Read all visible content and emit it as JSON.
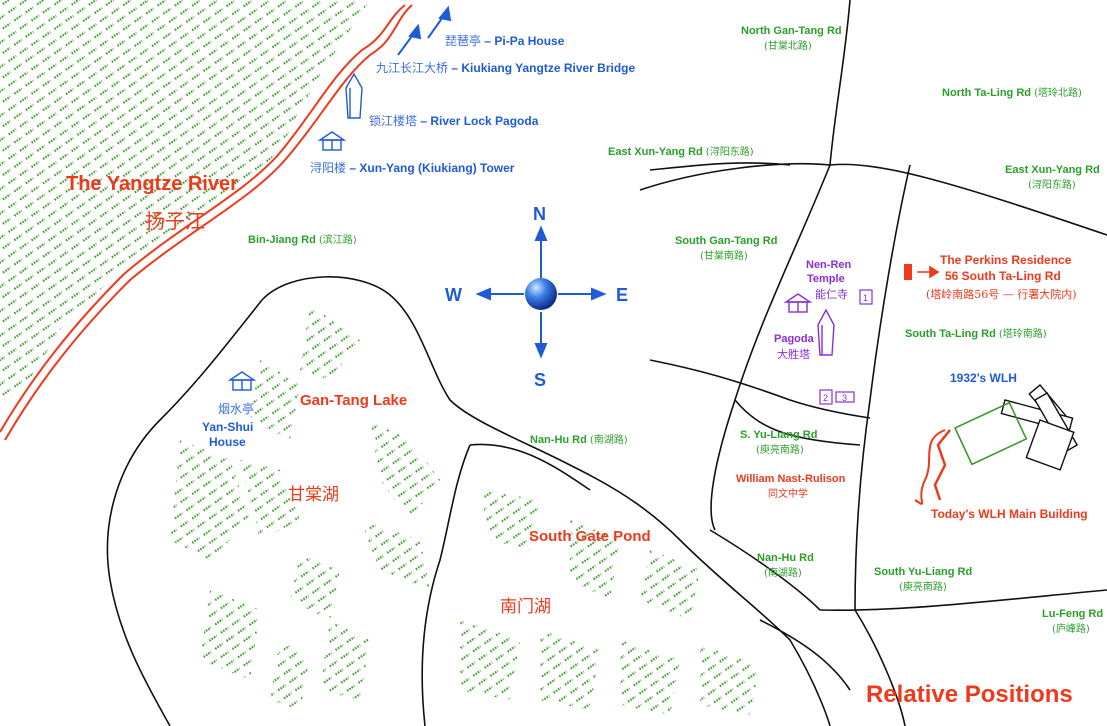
{
  "title": "Relative Positions",
  "compass": {
    "n": "N",
    "s": "S",
    "e": "E",
    "w": "W"
  },
  "water": {
    "river_en": "The Yangtze River",
    "river_zh": "扬子江",
    "lake1_en": "Gan-Tang Lake",
    "lake1_zh": "甘棠湖",
    "lake2_en": "South Gate Pond",
    "lake2_zh": "南门湖"
  },
  "landmarks": {
    "pipa_zh": "琵琶亭",
    "pipa_en": " – Pi-Pa House",
    "bridge_zh": "九江长江大桥",
    "bridge_en": " – Kiukiang Yangtze River Bridge",
    "pagoda_lock_zh": "锁江楼塔",
    "pagoda_lock_en": " – River Lock Pagoda",
    "tower_zh": "浔阳楼",
    "tower_en": " – Xun-Yang (Kiukiang) Tower",
    "yanshui_zh": "烟水亭",
    "yanshui_en1": "Yan-Shui",
    "yanshui_en2": "House",
    "nenren_en1": "Nen-Ren",
    "nenren_en2": "Temple",
    "nenren_zh": "能仁寺",
    "pagoda_en": "Pagoda",
    "pagoda_zh": "大胜塔",
    "perkins1": "The Perkins Residence",
    "perkins2": "56 South Ta-Ling Rd",
    "perkins_zh": "(塔岭南路56号 — 行署大院内)",
    "wlh1932": "1932's WLH",
    "wlh_today": "Today's WLH Main Building",
    "school_en": "William Nast-Rulison",
    "school_zh": "同文中学",
    "box1": "1",
    "box2": "2",
    "box3": "3"
  },
  "roads": {
    "north_gantang_en": "North Gan-Tang Rd",
    "north_gantang_zh": "(甘棠北路)",
    "north_taling_en": "North Ta-Ling Rd ",
    "north_taling_zh": "(塔玲北路)",
    "east_xunyang1_en": "East Xun-Yang Rd ",
    "east_xunyang1_zh": "(浔阳东路)",
    "east_xunyang2_en": "East Xun-Yang Rd",
    "east_xunyang2_zh": "(浔阳东路)",
    "binjiang_en": "Bin-Jiang Rd ",
    "binjiang_zh": "(滨江路)",
    "south_gantang_en": "South Gan-Tang Rd",
    "south_gantang_zh": "(甘棠南路)",
    "south_taling_en": "South Ta-Ling Rd ",
    "south_taling_zh": "(塔玲南路)",
    "nanhu1_en": "Nan-Hu Rd ",
    "nanhu1_zh": "(南湖路)",
    "s_yuliang_en": "S. Yu-Liang Rd",
    "s_yuliang_zh": "(庾亮南路)",
    "nanhu2_en": "Nan-Hu Rd",
    "nanhu2_zh": "(南湖路)",
    "south_yuliang_en": "South Yu-Liang Rd",
    "south_yuliang_zh": "(庾亮南路)",
    "lufeng_en": "Lu-Feng Rd",
    "lufeng_zh": "(庐峰路)"
  },
  "colors": {
    "road_text": "#2aa02a",
    "landmark_blue": "#1f5bd6",
    "river_red": "#ee3a1c",
    "temple_purple": "#8a2ed6",
    "trees": "#3a9a2a"
  }
}
